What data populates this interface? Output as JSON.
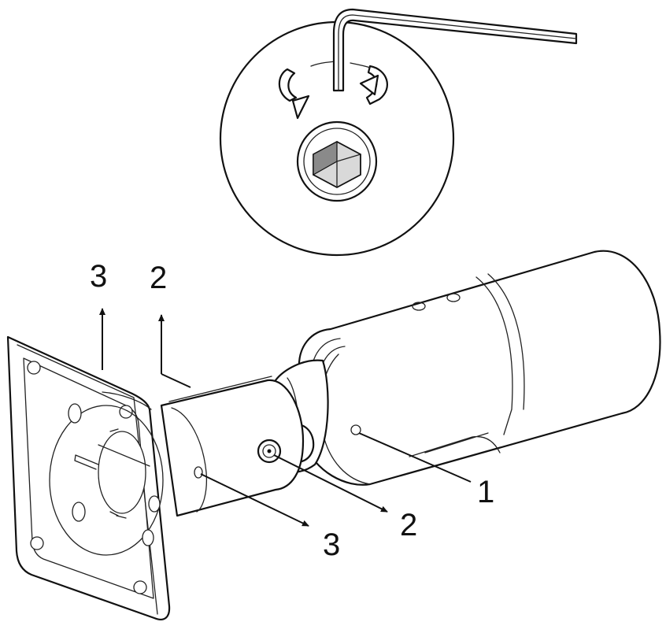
{
  "callouts": {
    "top_3": "3",
    "top_2": "2",
    "right_1": "1",
    "right_2": "2",
    "bottom_3": "3"
  },
  "colors": {
    "line": "#111111",
    "background": "#ffffff",
    "hex_socket_light": "#d9d9d9",
    "hex_socket_dark": "#8a8a8a"
  }
}
